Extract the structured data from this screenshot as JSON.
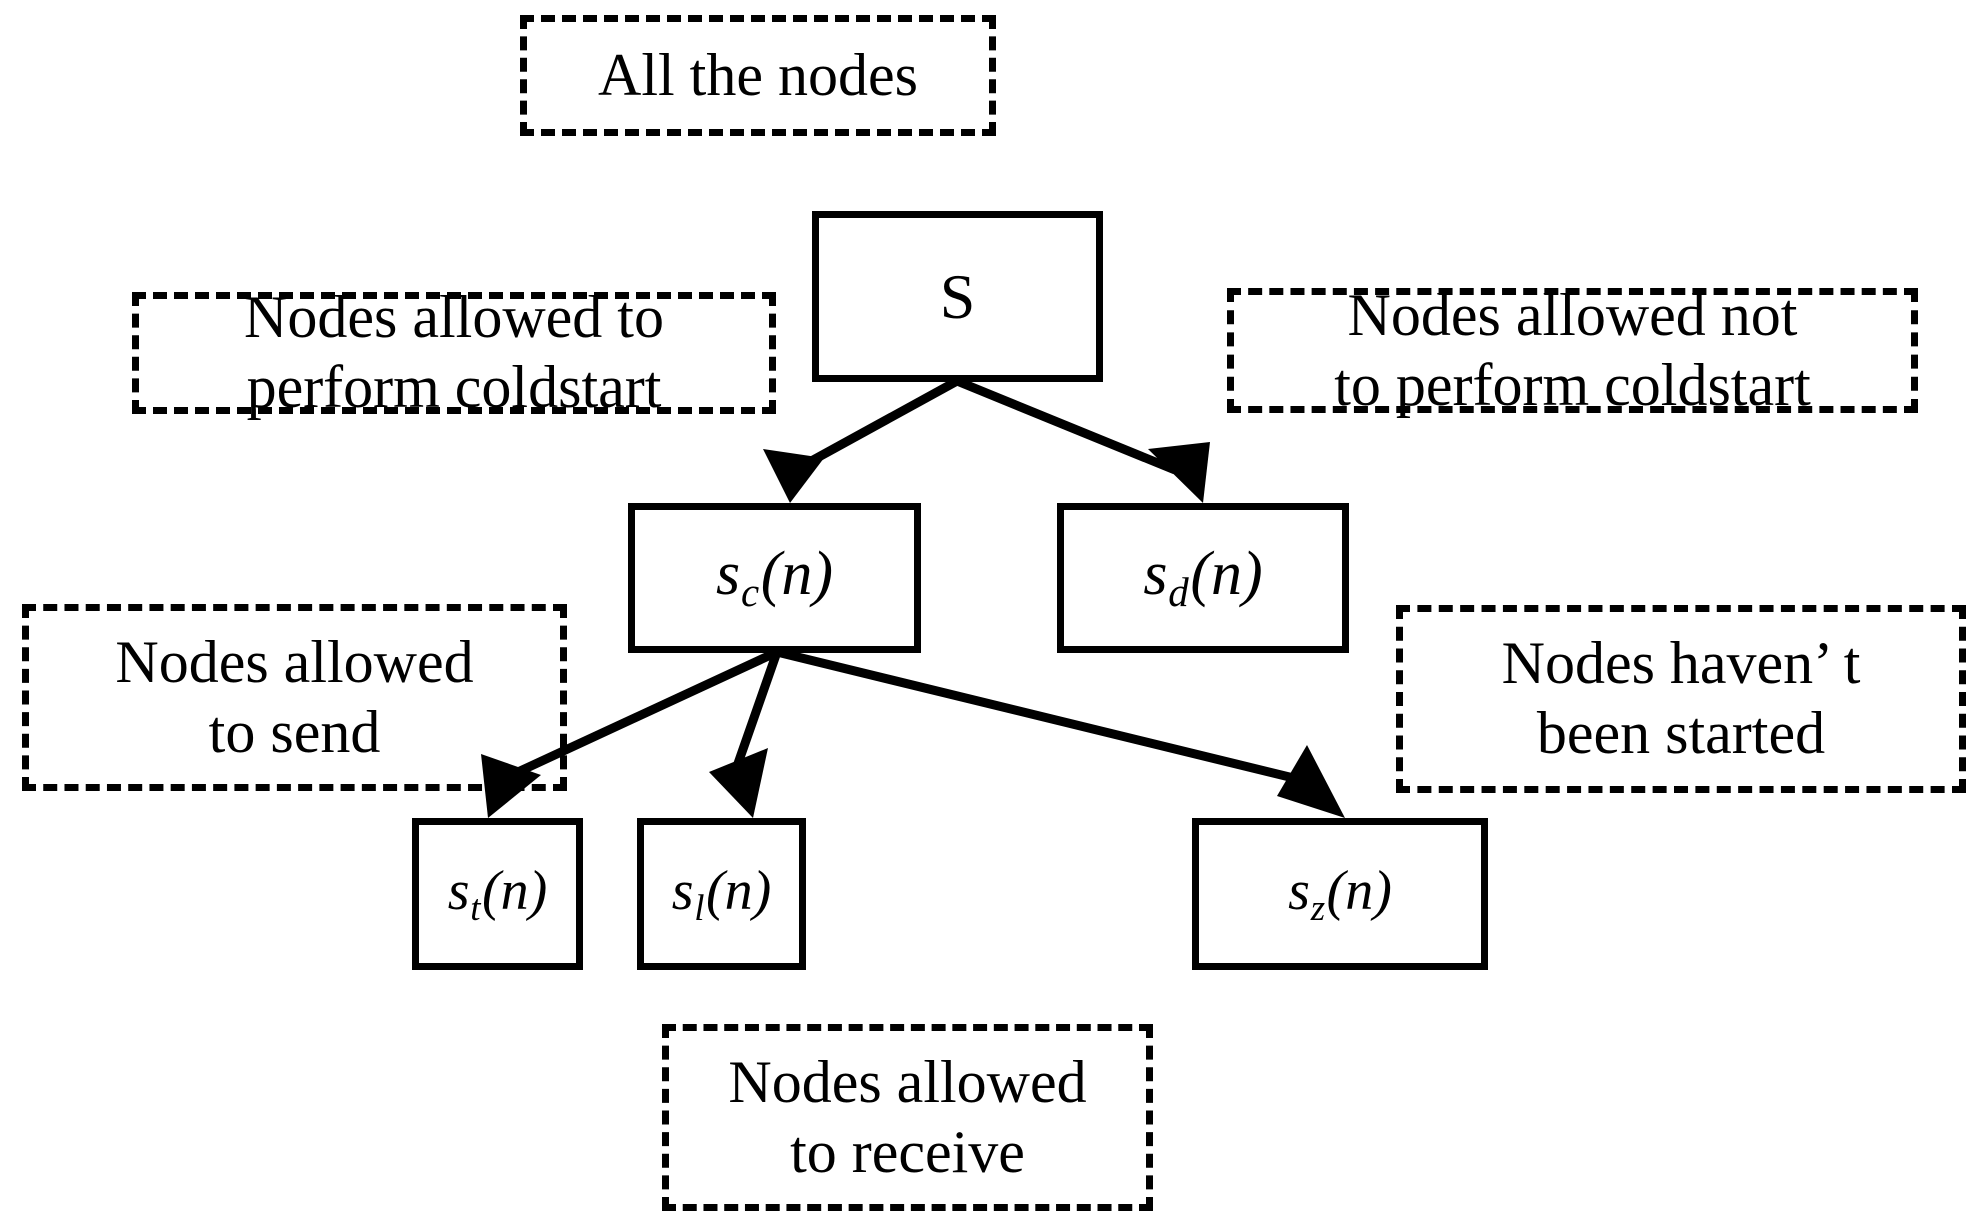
{
  "figure": {
    "type": "hierarchy-diagram",
    "title": "Node set partition hierarchy",
    "background_color": "#ffffff",
    "line_color": "#000000"
  },
  "nodes": {
    "root": {
      "label": "S",
      "name": "node-s"
    },
    "coldstart_allowed": {
      "base": "s",
      "subscript": "c",
      "arg": "(n)",
      "name": "node-sc"
    },
    "coldstart_not_allowed": {
      "base": "s",
      "subscript": "d",
      "arg": "(n)",
      "name": "node-sd"
    },
    "send": {
      "base": "s",
      "subscript": "t",
      "arg": "(n)",
      "name": "node-st"
    },
    "listen": {
      "base": "s",
      "subscript": "l",
      "arg": "(n)",
      "name": "node-sl"
    },
    "not_started": {
      "base": "s",
      "subscript": "z",
      "arg": "(n)",
      "name": "node-sz"
    }
  },
  "annotations": {
    "all_nodes": "All the nodes",
    "allowed_coldstart": "Nodes allowed to\nperform coldstart",
    "not_allowed_coldstart": "Nodes allowed not\nto perform coldstart",
    "allowed_send": "Nodes allowed\nto send",
    "havent_started": "Nodes haven’ t\nbeen started",
    "allowed_receive": "Nodes allowed\nto receive"
  },
  "edges": [
    {
      "from": "S",
      "to": "s_c(n)"
    },
    {
      "from": "S",
      "to": "s_d(n)"
    },
    {
      "from": "s_c(n)",
      "to": "s_t(n)"
    },
    {
      "from": "s_c(n)",
      "to": "s_l(n)"
    },
    {
      "from": "s_c(n)",
      "to": "s_z(n)"
    }
  ]
}
